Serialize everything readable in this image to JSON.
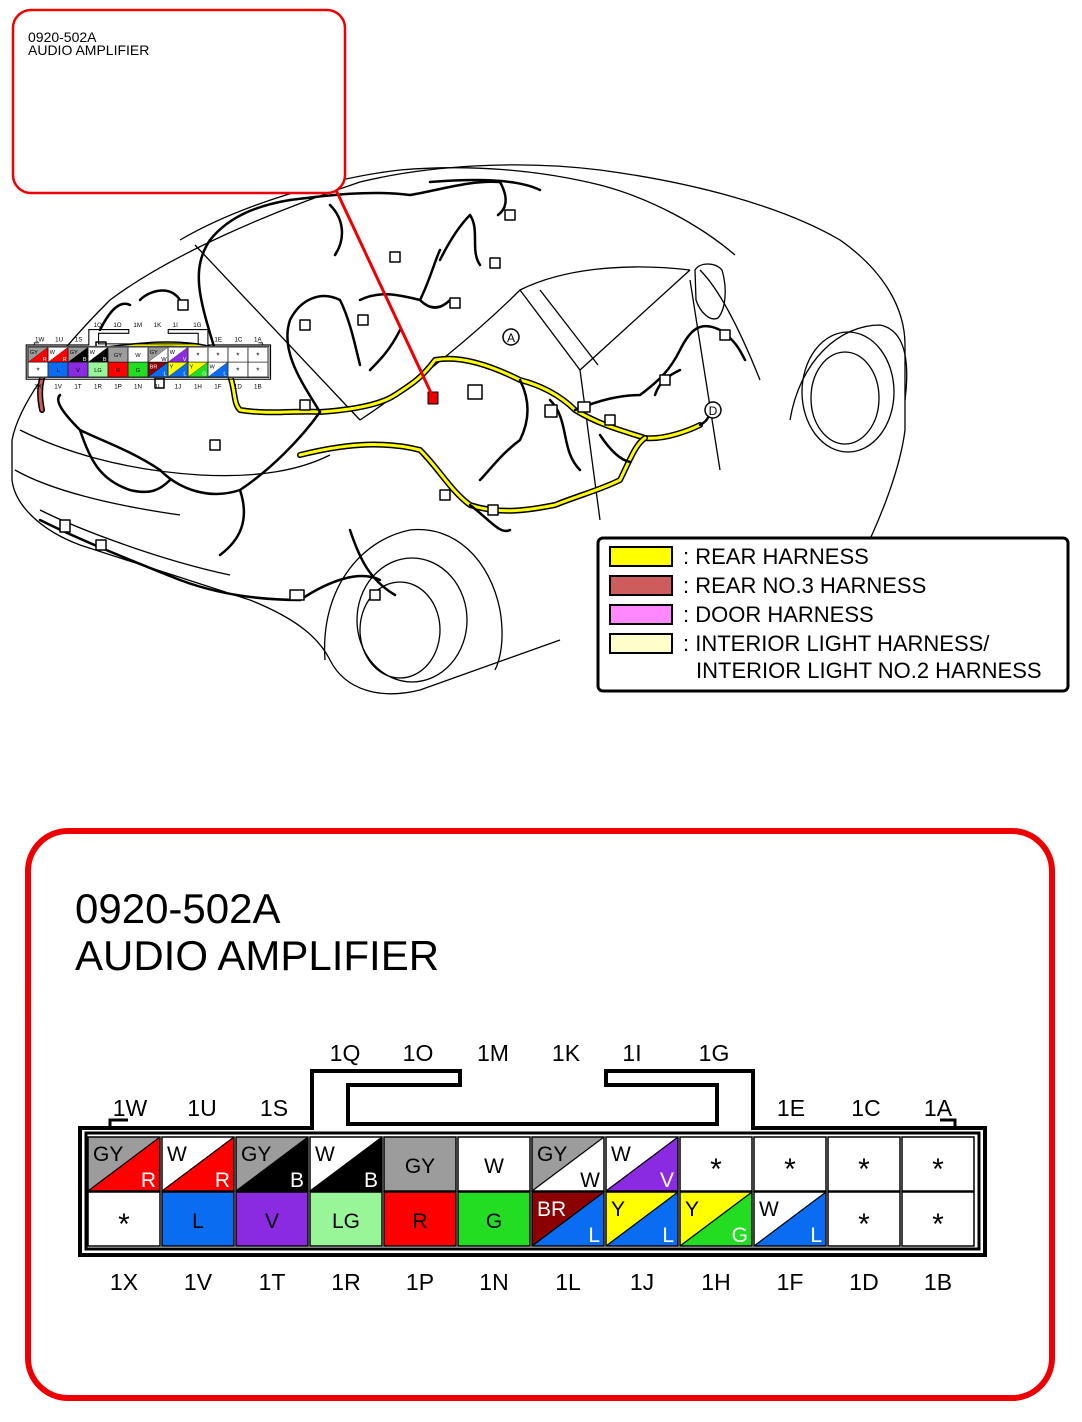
{
  "connector": {
    "code": "0920-502A",
    "name": "AUDIO AMPLIFIER",
    "top_lock_labels": [
      "1Q",
      "1O",
      "1M",
      "1K",
      "1I",
      "1G"
    ],
    "top_row_labels": [
      "1W",
      "1U",
      "1S",
      "1E",
      "1C",
      "1A"
    ],
    "bottom_labels": [
      "1X",
      "1V",
      "1T",
      "1R",
      "1P",
      "1N",
      "1L",
      "1J",
      "1H",
      "1F",
      "1D",
      "1B"
    ],
    "top_row": [
      {
        "pin": "1W",
        "c1": "GY",
        "c2": "R"
      },
      {
        "pin": "1U",
        "c1": "W",
        "c2": "R"
      },
      {
        "pin": "1S",
        "c1": "GY",
        "c2": "B"
      },
      {
        "pin": "1Q",
        "c1": "W",
        "c2": "B"
      },
      {
        "pin": "1O",
        "c1": "GY",
        "c2": ""
      },
      {
        "pin": "1M",
        "c1": "W",
        "c2": ""
      },
      {
        "pin": "1K",
        "c1": "GY",
        "c2": "W"
      },
      {
        "pin": "1I",
        "c1": "W",
        "c2": "V"
      },
      {
        "pin": "1G",
        "c1": "*",
        "c2": ""
      },
      {
        "pin": "1E",
        "c1": "*",
        "c2": ""
      },
      {
        "pin": "1C",
        "c1": "*",
        "c2": ""
      },
      {
        "pin": "1A",
        "c1": "*",
        "c2": ""
      }
    ],
    "bottom_row": [
      {
        "pin": "1X",
        "c1": "*",
        "c2": ""
      },
      {
        "pin": "1V",
        "c1": "L",
        "c2": ""
      },
      {
        "pin": "1T",
        "c1": "V",
        "c2": ""
      },
      {
        "pin": "1R",
        "c1": "LG",
        "c2": ""
      },
      {
        "pin": "1P",
        "c1": "R",
        "c2": ""
      },
      {
        "pin": "1N",
        "c1": "G",
        "c2": ""
      },
      {
        "pin": "1L",
        "c1": "BR",
        "c2": "L"
      },
      {
        "pin": "1J",
        "c1": "Y",
        "c2": "L"
      },
      {
        "pin": "1H",
        "c1": "Y",
        "c2": "G"
      },
      {
        "pin": "1F",
        "c1": "W",
        "c2": "L"
      },
      {
        "pin": "1D",
        "c1": "*",
        "c2": ""
      },
      {
        "pin": "1B",
        "c1": "*",
        "c2": ""
      }
    ]
  },
  "wire_colors": {
    "GY": "#9c9c9c",
    "W": "#ffffff",
    "R": "#ff0000",
    "B": "#000000",
    "V": "#8a2be2",
    "L": "#0a6cf0",
    "LG": "#98f598",
    "G": "#22dd22",
    "BR": "#8b0000",
    "Y": "#ffff00",
    "*": "#ffffff"
  },
  "legend": {
    "items": [
      {
        "label": ": REAR HARNESS",
        "color": "#ffff00"
      },
      {
        "label": ": REAR NO.3 HARNESS",
        "color": "#cd5c5c"
      },
      {
        "label": ": DOOR HARNESS",
        "color": "#ff88ff"
      },
      {
        "label": ": INTERIOR LIGHT HARNESS/",
        "color": "#ffffcc"
      }
    ],
    "continuation": "INTERIOR LIGHT NO.2 HARNESS"
  },
  "markers": {
    "a": "A",
    "d": "D"
  },
  "accent_color": "#ee0000"
}
